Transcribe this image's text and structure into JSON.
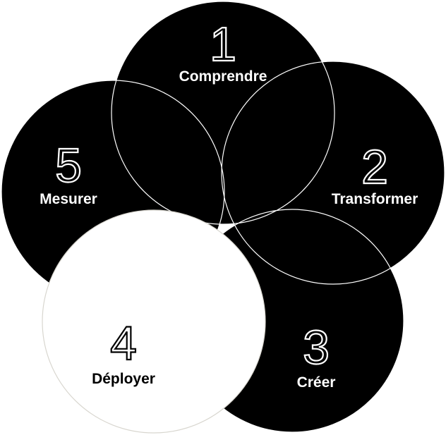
{
  "steps": [
    {
      "number": "1",
      "label": "Comprendre"
    },
    {
      "number": "2",
      "label": "Transformer"
    },
    {
      "number": "3",
      "label": "Créer"
    },
    {
      "number": "4",
      "label": "Déployer"
    },
    {
      "number": "5",
      "label": "Mesurer"
    }
  ],
  "colors": {
    "circle_fill": "#000000",
    "highlight_fill": "#ffffff",
    "outline": "#ffffff",
    "highlight_outline": "#d8d6cf",
    "text_on_dark": "#ffffff",
    "text_on_light": "#000000"
  }
}
